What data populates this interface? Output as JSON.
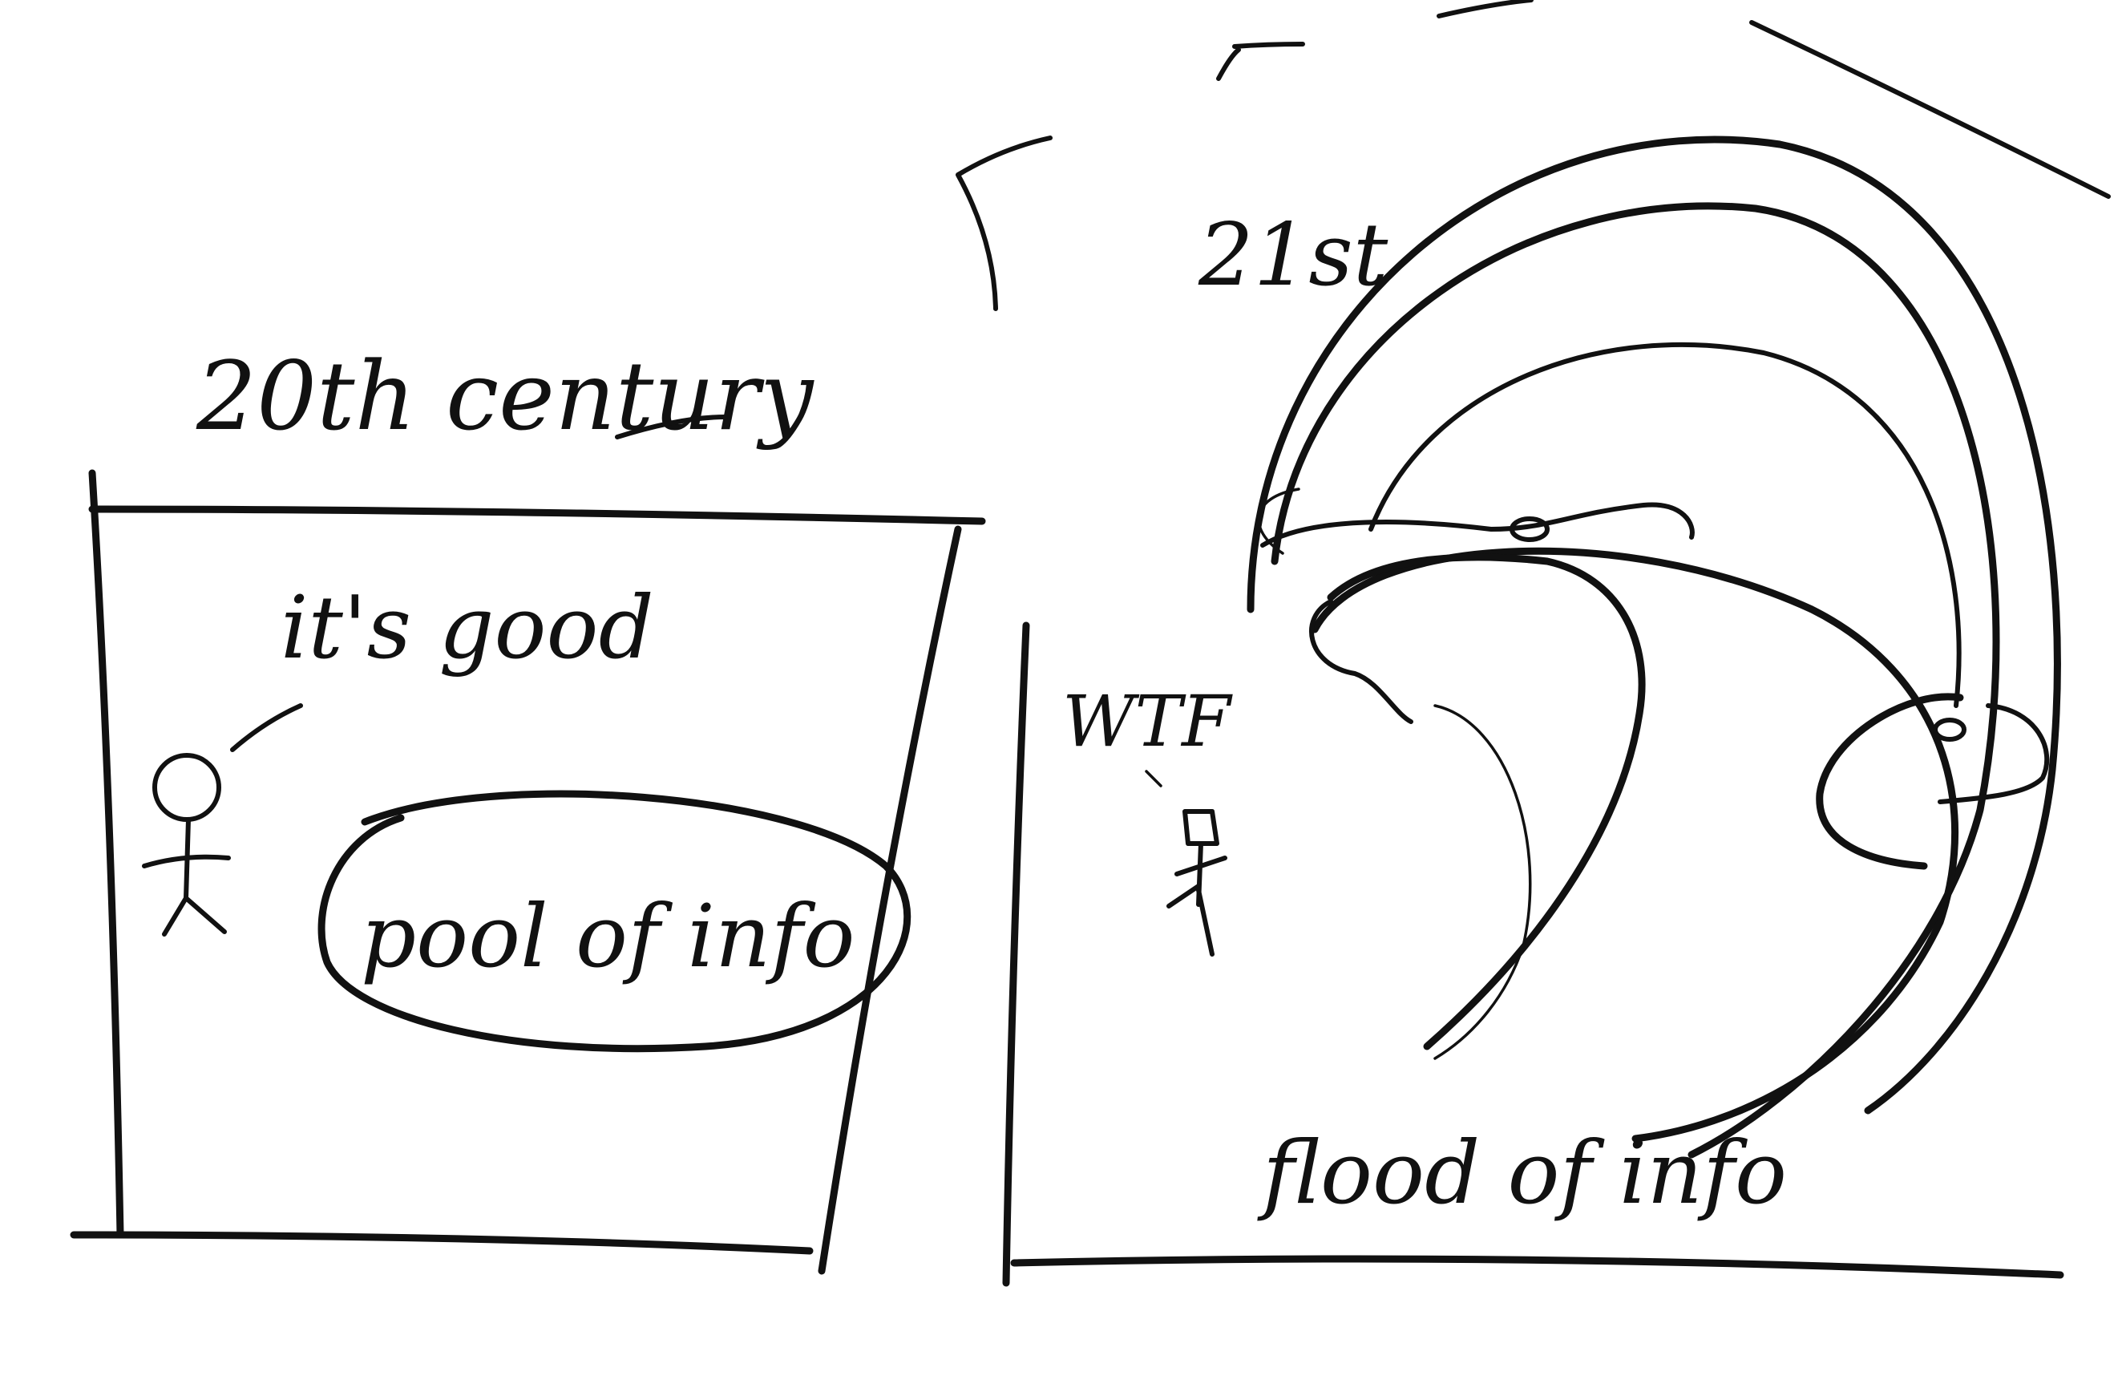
{
  "left_panel": {
    "title": "20th century",
    "speech": "it's good",
    "pool_label": "pool of info"
  },
  "right_panel": {
    "title": "21st",
    "exclamation": "WTF",
    "flood_label": "flood of info"
  }
}
